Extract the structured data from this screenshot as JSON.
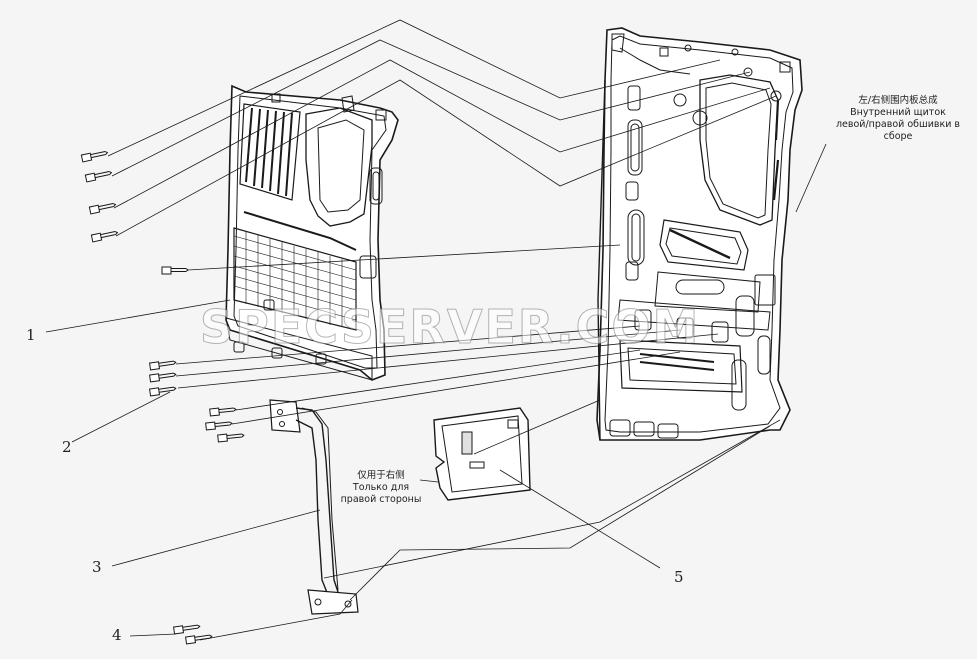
{
  "callouts": [
    {
      "id": "1",
      "label": "1"
    },
    {
      "id": "2",
      "label": "2"
    },
    {
      "id": "3",
      "label": "3"
    },
    {
      "id": "4",
      "label": "4"
    },
    {
      "id": "5",
      "label": "5"
    }
  ],
  "assembly_note": {
    "zh": "左/右侧围内板总成",
    "ru_line1": "Внутренний щиток",
    "ru_line2": "левой/правой обшивки в",
    "ru_line3": "сборе"
  },
  "side_note": {
    "zh": "仅用于右侧",
    "ru_line1": "Только для",
    "ru_line2": "правой стороны"
  },
  "watermark": "SPECSERVER.COM",
  "colors": {
    "line": "#1a1a1a",
    "panel": "#ffffff",
    "background": "#f5f5f5"
  }
}
